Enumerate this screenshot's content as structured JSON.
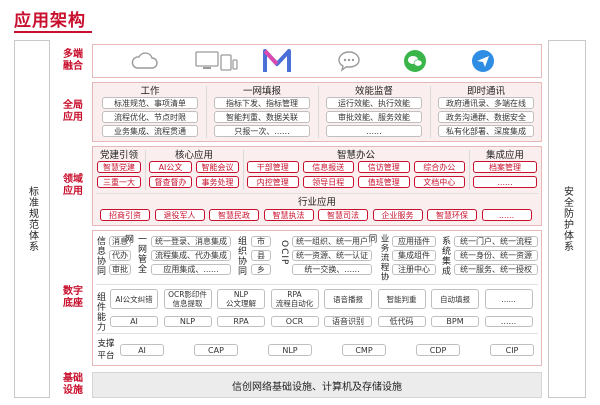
{
  "page_title": "应用架构",
  "side_left": "标准规范体系",
  "side_right": "安全防护体系",
  "rows": {
    "multi_end": "多端融合",
    "global_app": "全局应用",
    "domain_app": "领域应用",
    "digital_base": "数字底座",
    "infrastructure": "基础设施"
  },
  "icons": [
    "cloud-icon",
    "devices-icon",
    "m-logo-icon",
    "chat-bubble-icon",
    "wechat-icon",
    "send-icon"
  ],
  "global": {
    "columns": [
      {
        "title": "工作",
        "items": [
          [
            "标准规范、事项清单"
          ],
          [
            "流程优化、节点时限"
          ],
          [
            "业务集成、流程贯通"
          ]
        ]
      },
      {
        "title": "一网填报",
        "items": [
          [
            "指标下发、指标管理"
          ],
          [
            "智能判重、数据关联"
          ],
          [
            "只报一次、......"
          ]
        ]
      },
      {
        "title": "效能监督",
        "items": [
          [
            "运行效能、执行效能"
          ],
          [
            "审批效能、服务效能"
          ],
          [
            "......"
          ]
        ]
      },
      {
        "title": "即时通讯",
        "items": [
          [
            "政府通讯录、多端在线"
          ],
          [
            "政务沟通群、数据安全"
          ],
          [
            "私有化部署、深度集成"
          ]
        ]
      }
    ]
  },
  "domain": {
    "groups": [
      {
        "title": "党建引领",
        "items": [
          "智慧党建",
          "三重一大"
        ]
      },
      {
        "title": "核心应用",
        "items": [
          "AI公文",
          "智能会议",
          "督查督办",
          "事务处理"
        ]
      },
      {
        "title": "智慧办公",
        "items": [
          "干部管理",
          "信息报送",
          "信访管理",
          "综合办公",
          "内控管理",
          "领导日程",
          "值班管理",
          "文档中心"
        ]
      },
      {
        "title": "集成应用",
        "items": [
          "档案管理",
          "......"
        ]
      }
    ],
    "industry_title": "行业应用",
    "industry_items": [
      "招商引资",
      "退役军人",
      "智慧民政",
      "智慧执法",
      "智慧司法",
      "企业服务",
      "智慧环保",
      "......"
    ]
  },
  "base": {
    "info_label": "信息协同",
    "info_items": [
      "消息",
      "代办",
      "审批"
    ],
    "unified_label": "一网管全网",
    "unified_items": [
      "统一登录、消息集成",
      "流程集成、代办集成",
      "应用集成、......"
    ],
    "org_label": "组织协同",
    "org_items": [
      "市",
      "县",
      "乡"
    ],
    "ocip_label": "OCIP",
    "ocip_items": [
      "统一组织、统一用户",
      "统一资源、统一认证",
      "统一交换、......"
    ],
    "flow_label": "业务流程协同",
    "flow_items": [
      "应用插件",
      "集成组件",
      "注册中心"
    ],
    "sys_label": "系统集成",
    "sys_items": [
      "统一门户、统一流程",
      "统一身份、统一资源",
      "统一服务、统一授权"
    ],
    "comp_label": "组件能力",
    "components": [
      {
        "top": "AI公文纠错",
        "bottom": "AI"
      },
      {
        "top": "OCR影印件\n信息提取",
        "bottom": "NLP"
      },
      {
        "top": "NLP\n公文理解",
        "bottom": "RPA"
      },
      {
        "top": "RPA\n流程自动化",
        "bottom": "OCR"
      },
      {
        "top": "语音播报",
        "bottom": "语音识别"
      },
      {
        "top": "智能判重",
        "bottom": "低代码"
      },
      {
        "top": "自动填报",
        "bottom": "BPM"
      },
      {
        "top": "......",
        "bottom": "......"
      }
    ],
    "platform_label": "支撑平台",
    "platforms": [
      "AI",
      "CAP",
      "NLP",
      "CMP",
      "CDP",
      "CIP"
    ]
  },
  "infra_text": "信创网络基础设施、计算机及存储设施",
  "colors": {
    "accent": "#c8102e",
    "panel": "#fbeeee",
    "border": "#e6b8b8"
  }
}
